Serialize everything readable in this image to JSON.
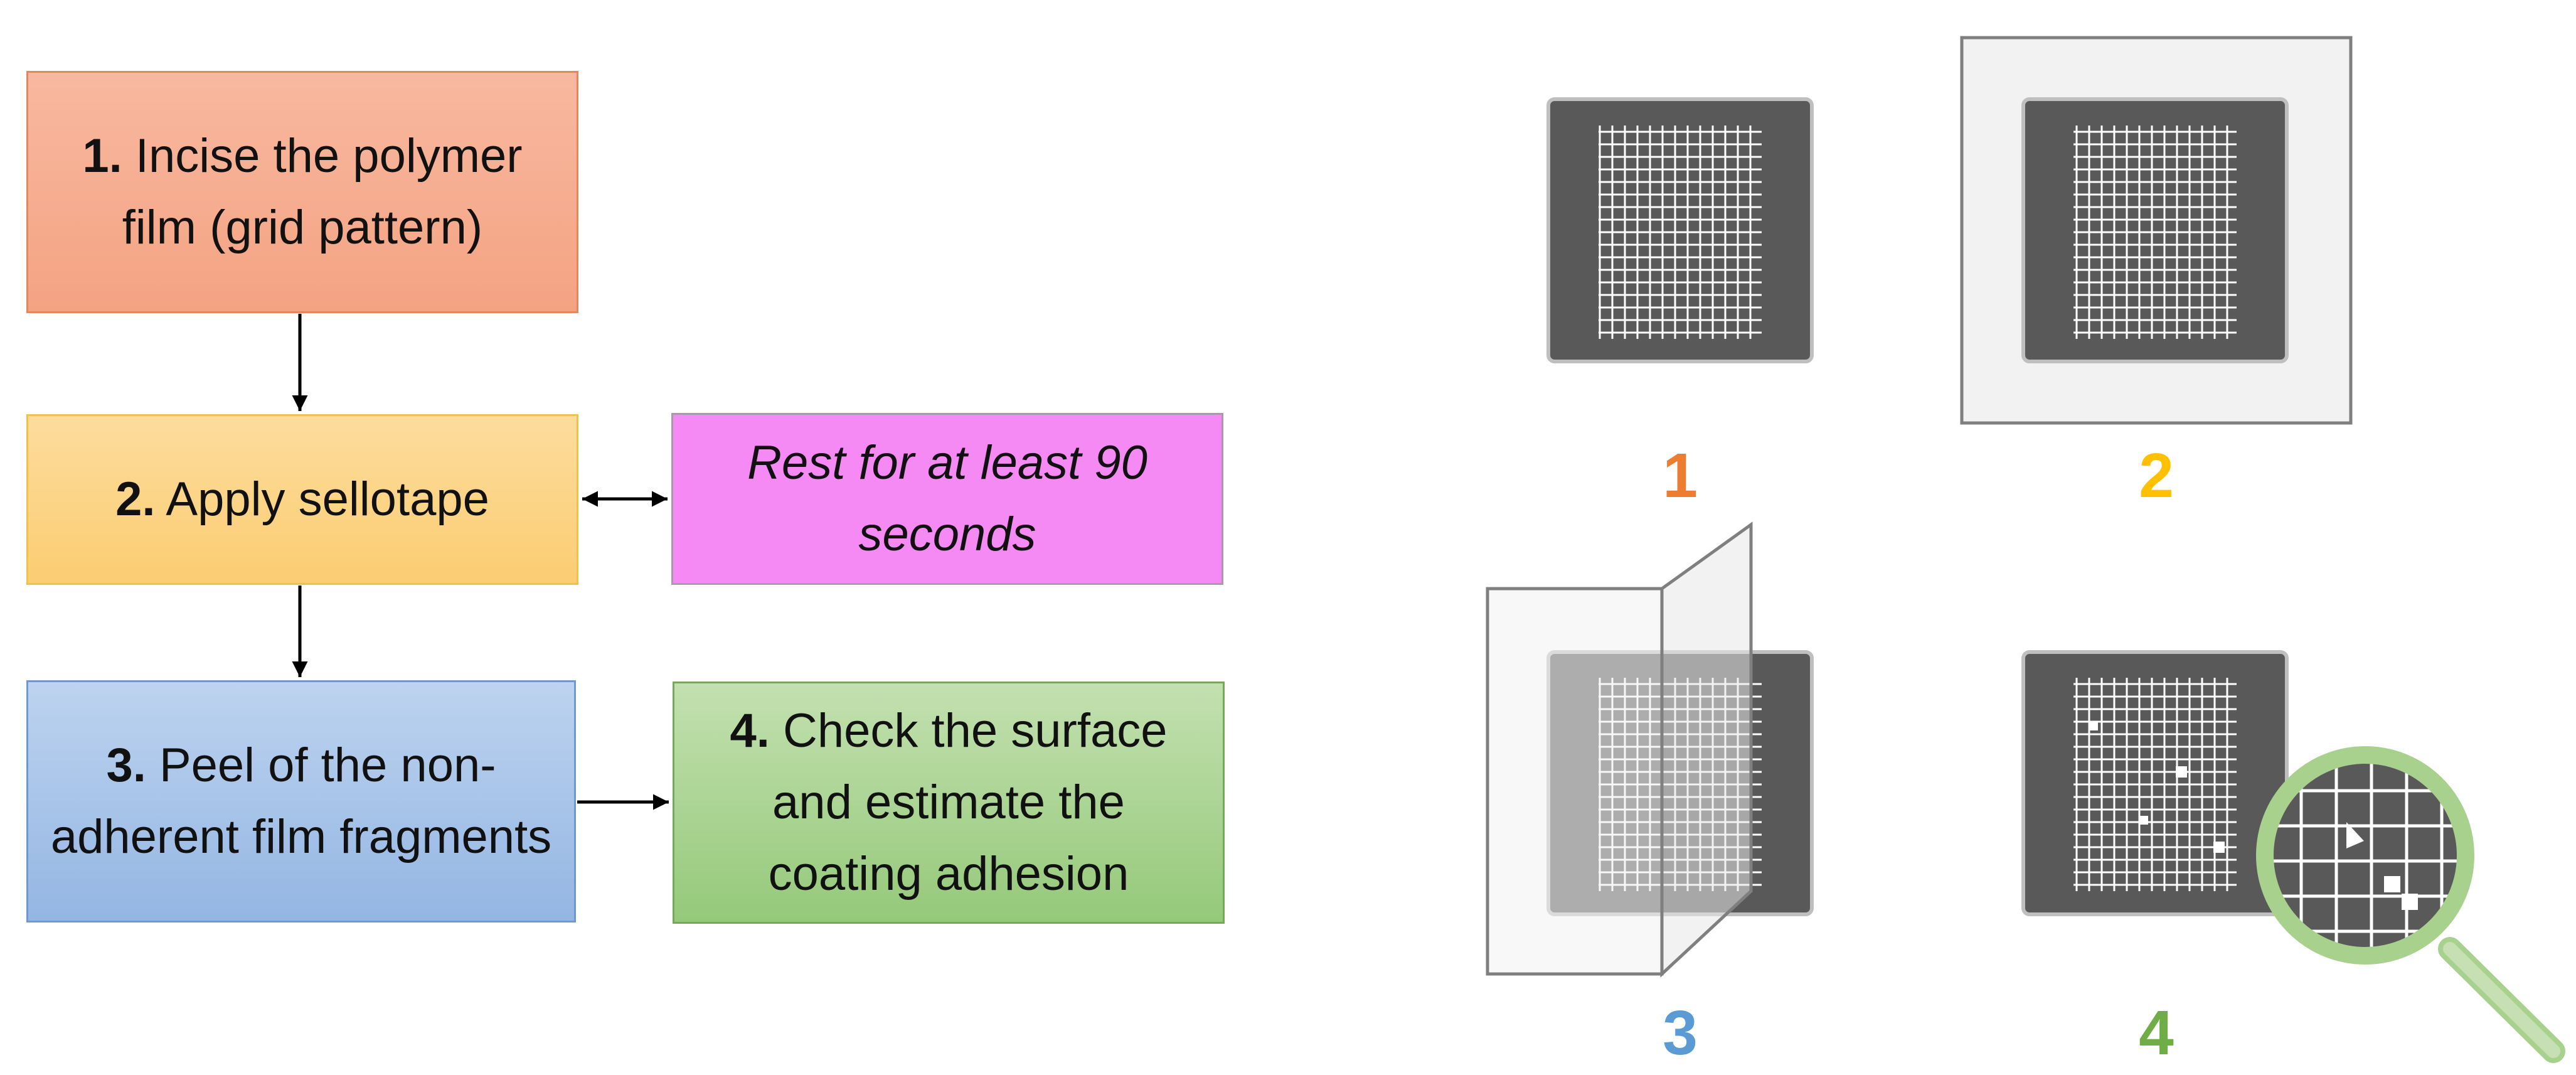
{
  "flowchart": {
    "step1": {
      "number": "1.",
      "text": " Incise the polymer film (grid pattern)"
    },
    "step2": {
      "number": "2.",
      "text": " Apply sellotape"
    },
    "rest": {
      "text": "Rest for at least 90 seconds"
    },
    "step3": {
      "number": "3.",
      "text": " Peel of the non-adherent film fragments"
    },
    "step4": {
      "number": "4.",
      "text": " Check the surface and estimate the coating adhesion"
    }
  },
  "illustration": {
    "labels": [
      "1",
      "2",
      "3",
      "4"
    ],
    "label_colors": [
      "#ed7d31",
      "#ffc000",
      "#5b9bd5",
      "#70ad47"
    ],
    "tile_color": "#595959",
    "tape_color": "#f2f2f2",
    "magnifier_color": "#a9d18e"
  }
}
